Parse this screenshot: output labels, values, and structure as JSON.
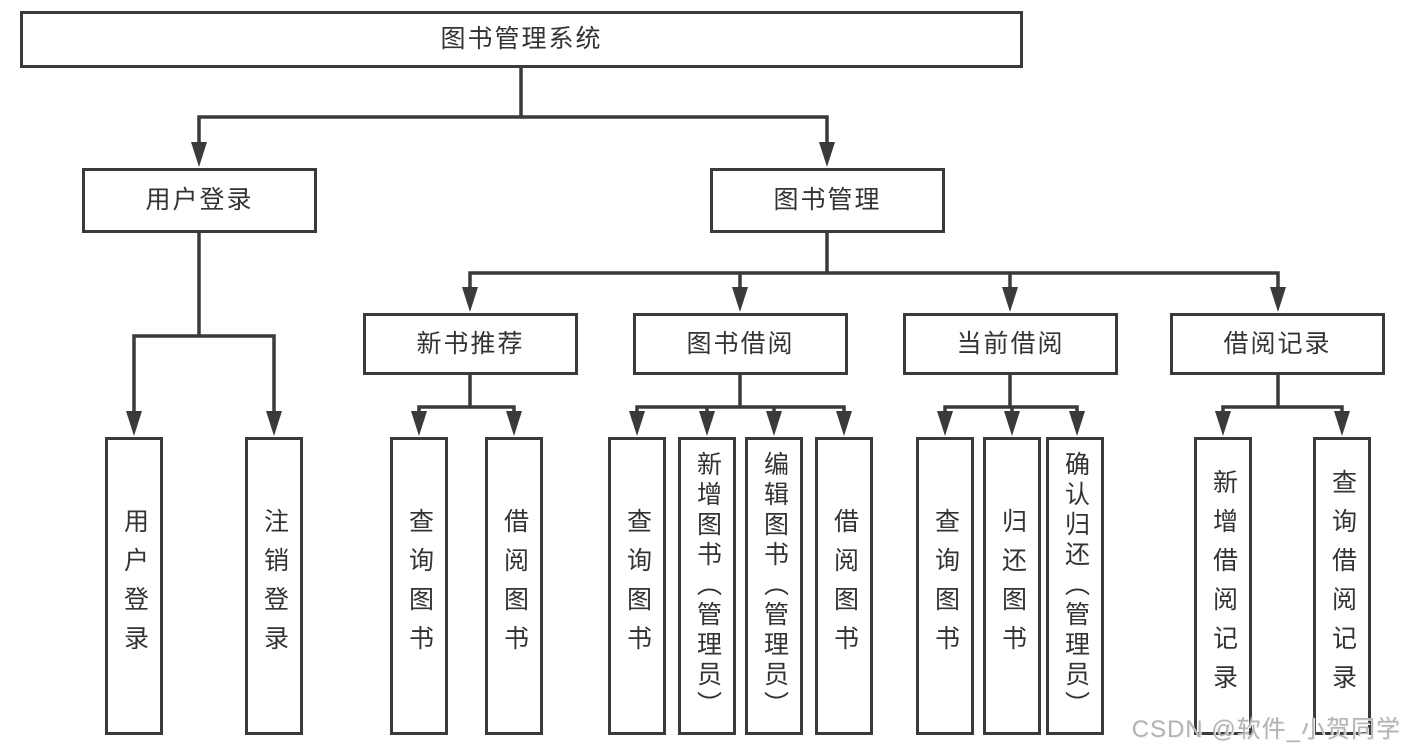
{
  "tree": {
    "root": {
      "label": "图书管理系统"
    },
    "children": [
      {
        "label": "用户登录",
        "children": [
          {
            "label": "用户登录"
          },
          {
            "label": "注销登录"
          }
        ]
      },
      {
        "label": "图书管理",
        "children": [
          {
            "label": "新书推荐",
            "children": [
              {
                "label": "查询图书"
              },
              {
                "label": "借阅图书"
              }
            ]
          },
          {
            "label": "图书借阅",
            "children": [
              {
                "label": "查询图书"
              },
              {
                "label": "新增图书（管理员）"
              },
              {
                "label": "编辑图书（管理员）"
              },
              {
                "label": "借阅图书"
              }
            ]
          },
          {
            "label": "当前借阅",
            "children": [
              {
                "label": "查询图书"
              },
              {
                "label": "归还图书"
              },
              {
                "label": "确认归还（管理员）"
              }
            ]
          },
          {
            "label": "借阅记录",
            "children": [
              {
                "label": "新增借阅记录"
              },
              {
                "label": "查询借阅记录"
              }
            ]
          }
        ]
      }
    ]
  },
  "watermark": {
    "text": "CSDN @软件_小贺同学"
  },
  "colors": {
    "line": "#3a3a3a",
    "box_border": "#3a3a3a",
    "text": "#333333",
    "background": "#ffffff",
    "watermark": "#b3b3b3"
  }
}
